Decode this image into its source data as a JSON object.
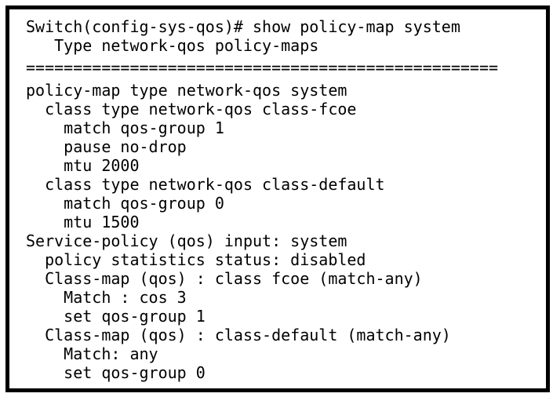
{
  "colors": {
    "background": "#ffffff",
    "text": "#000000",
    "border": "#000000"
  },
  "terminal": {
    "prompt": "Switch(config-sys-qos)#",
    "command": "show policy-map system",
    "lines": [
      "Switch(config-sys-qos)# show policy-map system",
      "   Type network-qos policy-maps",
      "==================================================",
      "policy-map type network-qos system",
      "  class type network-qos class-fcoe",
      "    match qos-group 1",
      "    pause no-drop",
      "    mtu 2000",
      "  class type network-qos class-default",
      "    match qos-group 0",
      "    mtu 1500",
      "Service-policy (qos) input: system",
      "  policy statistics status: disabled",
      "  Class-map (qos) : class fcoe (match-any)",
      "    Match : cos 3",
      "    set qos-group 1",
      "  Class-map (qos) : class-default (match-any)",
      "    Match: any",
      "    set qos-group 0"
    ]
  }
}
